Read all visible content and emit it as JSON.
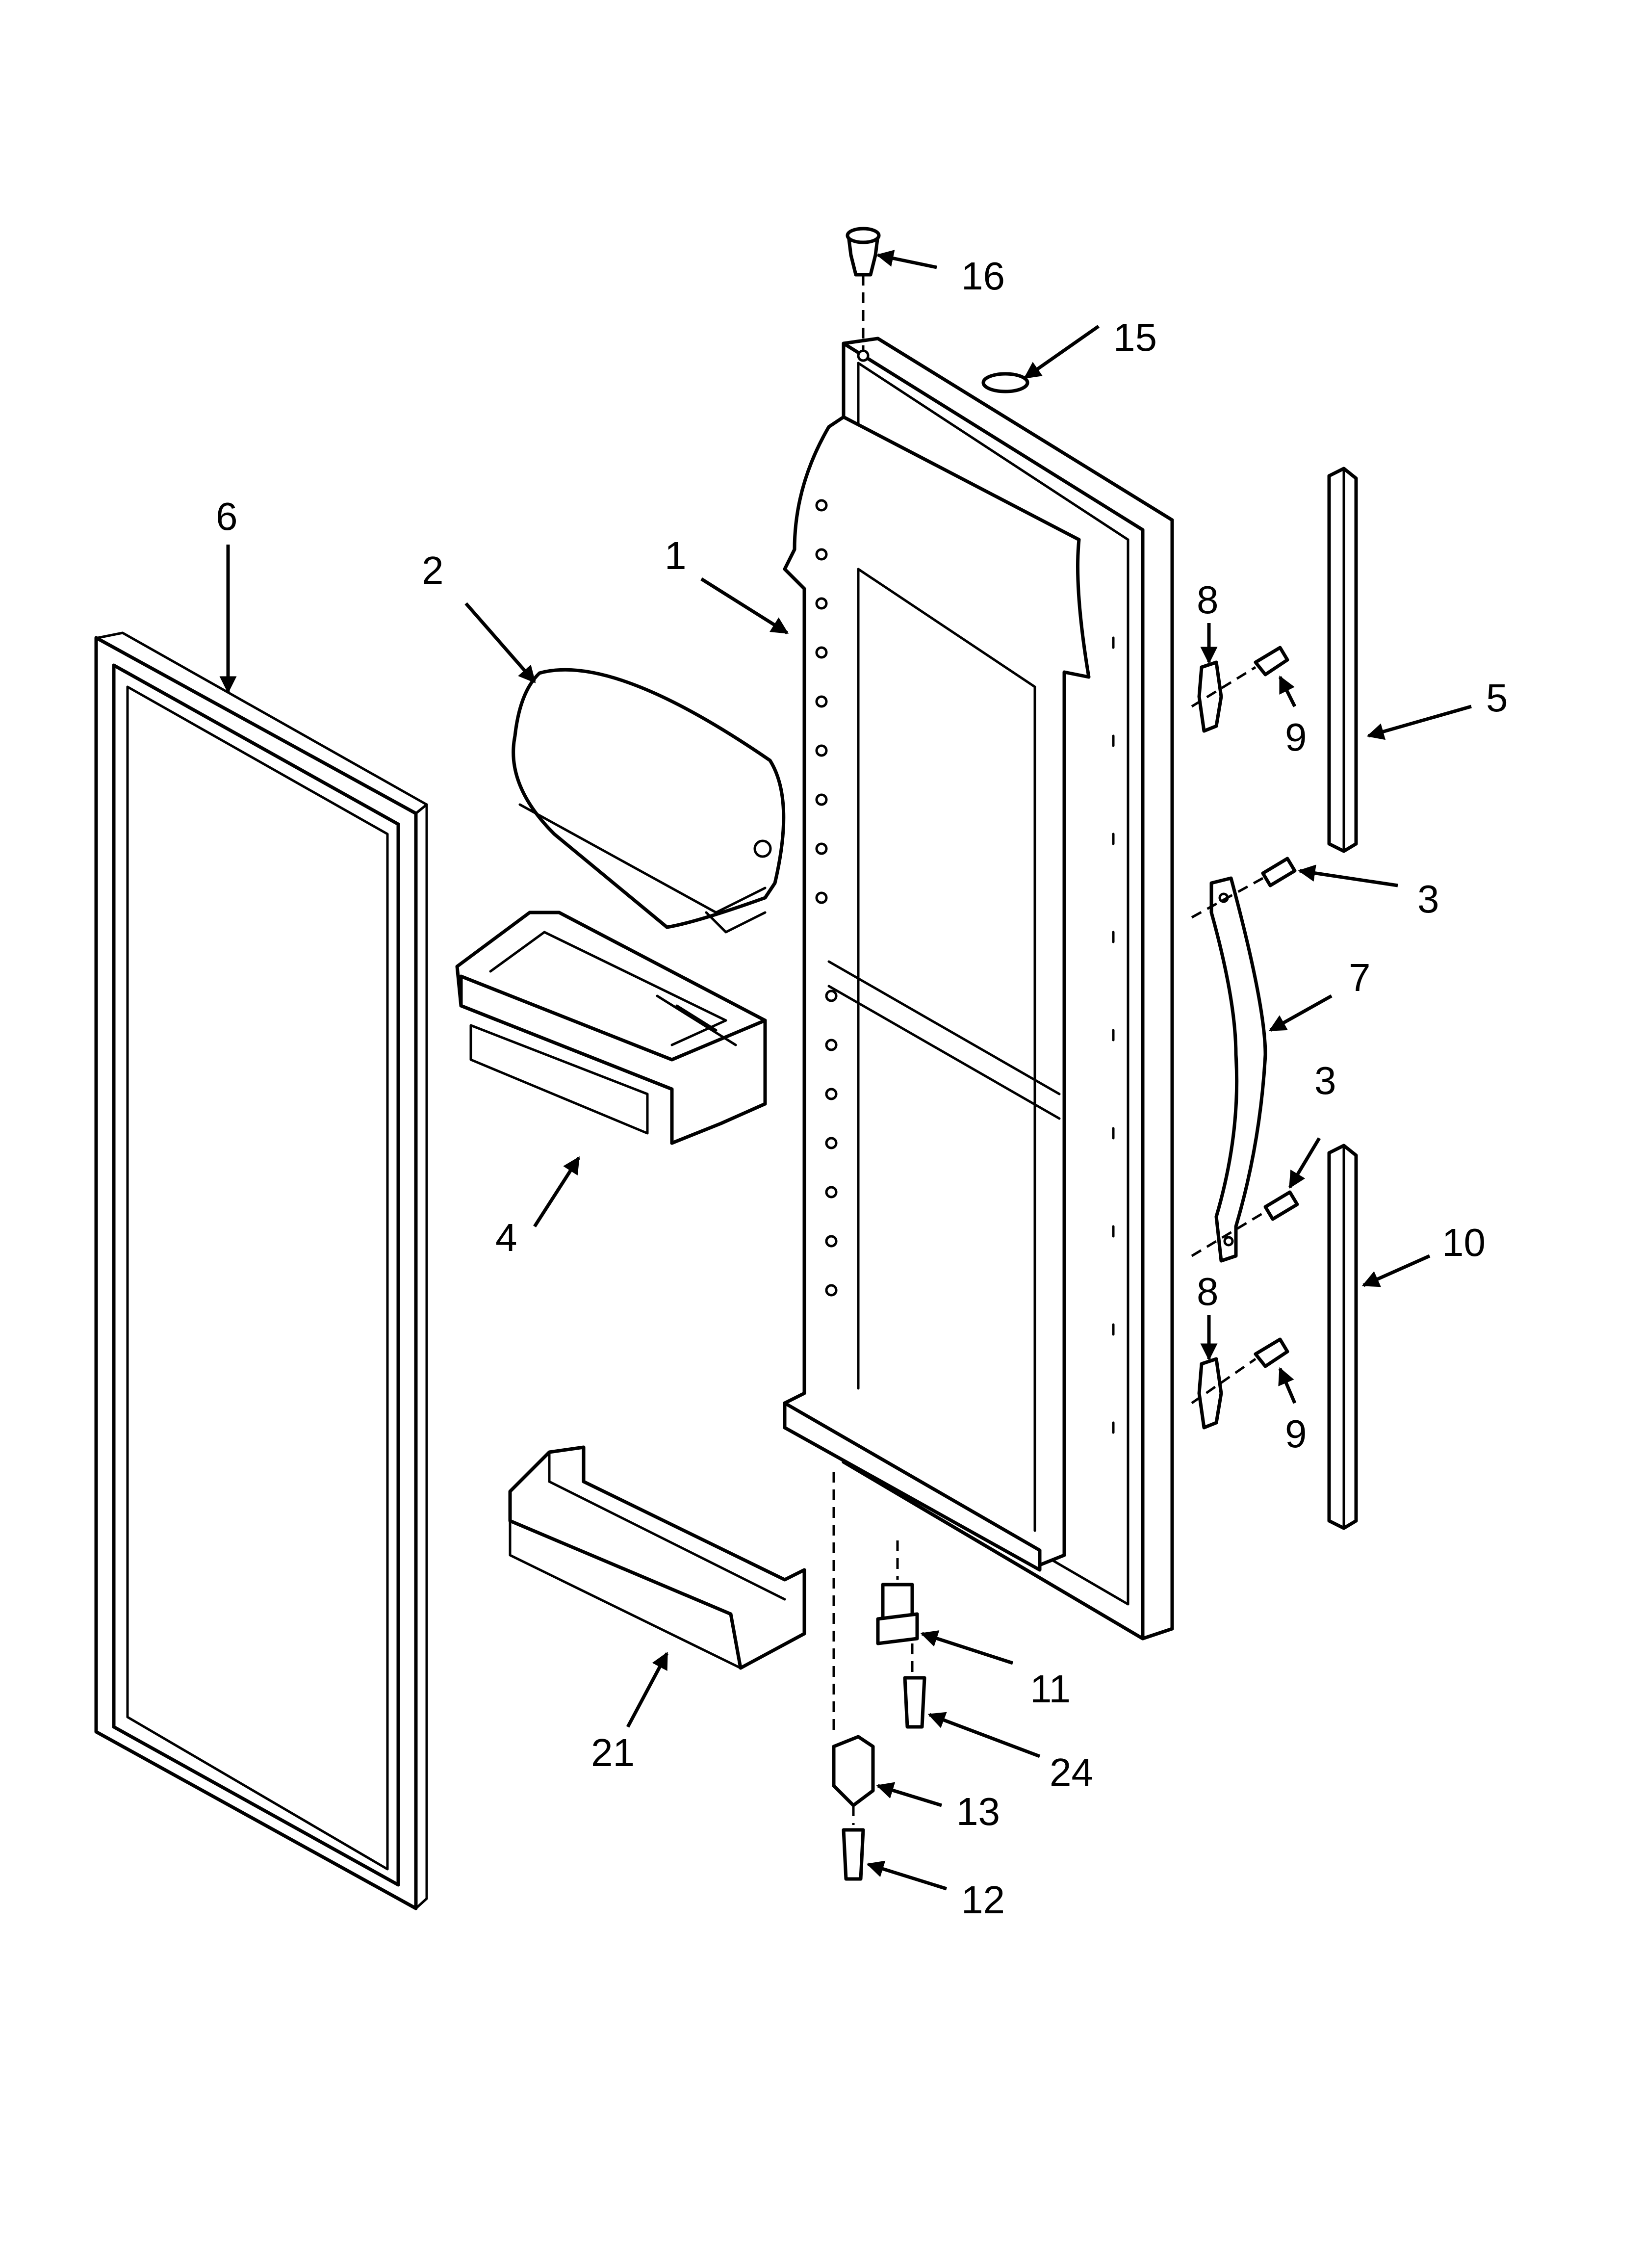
{
  "diagram": {
    "callouts": [
      {
        "id": "c16",
        "label": "16"
      },
      {
        "id": "c15",
        "label": "15"
      },
      {
        "id": "c6",
        "label": "6"
      },
      {
        "id": "c2",
        "label": "2"
      },
      {
        "id": "c1",
        "label": "1"
      },
      {
        "id": "c8a",
        "label": "8"
      },
      {
        "id": "c9a",
        "label": "9"
      },
      {
        "id": "c5",
        "label": "5"
      },
      {
        "id": "c3a",
        "label": "3"
      },
      {
        "id": "c7",
        "label": "7"
      },
      {
        "id": "c3b",
        "label": "3"
      },
      {
        "id": "c4",
        "label": "4"
      },
      {
        "id": "c10",
        "label": "10"
      },
      {
        "id": "c8b",
        "label": "8"
      },
      {
        "id": "c9b",
        "label": "9"
      },
      {
        "id": "c11",
        "label": "11"
      },
      {
        "id": "c24",
        "label": "24"
      },
      {
        "id": "c21",
        "label": "21"
      },
      {
        "id": "c13",
        "label": "13"
      },
      {
        "id": "c12",
        "label": "12"
      }
    ]
  }
}
